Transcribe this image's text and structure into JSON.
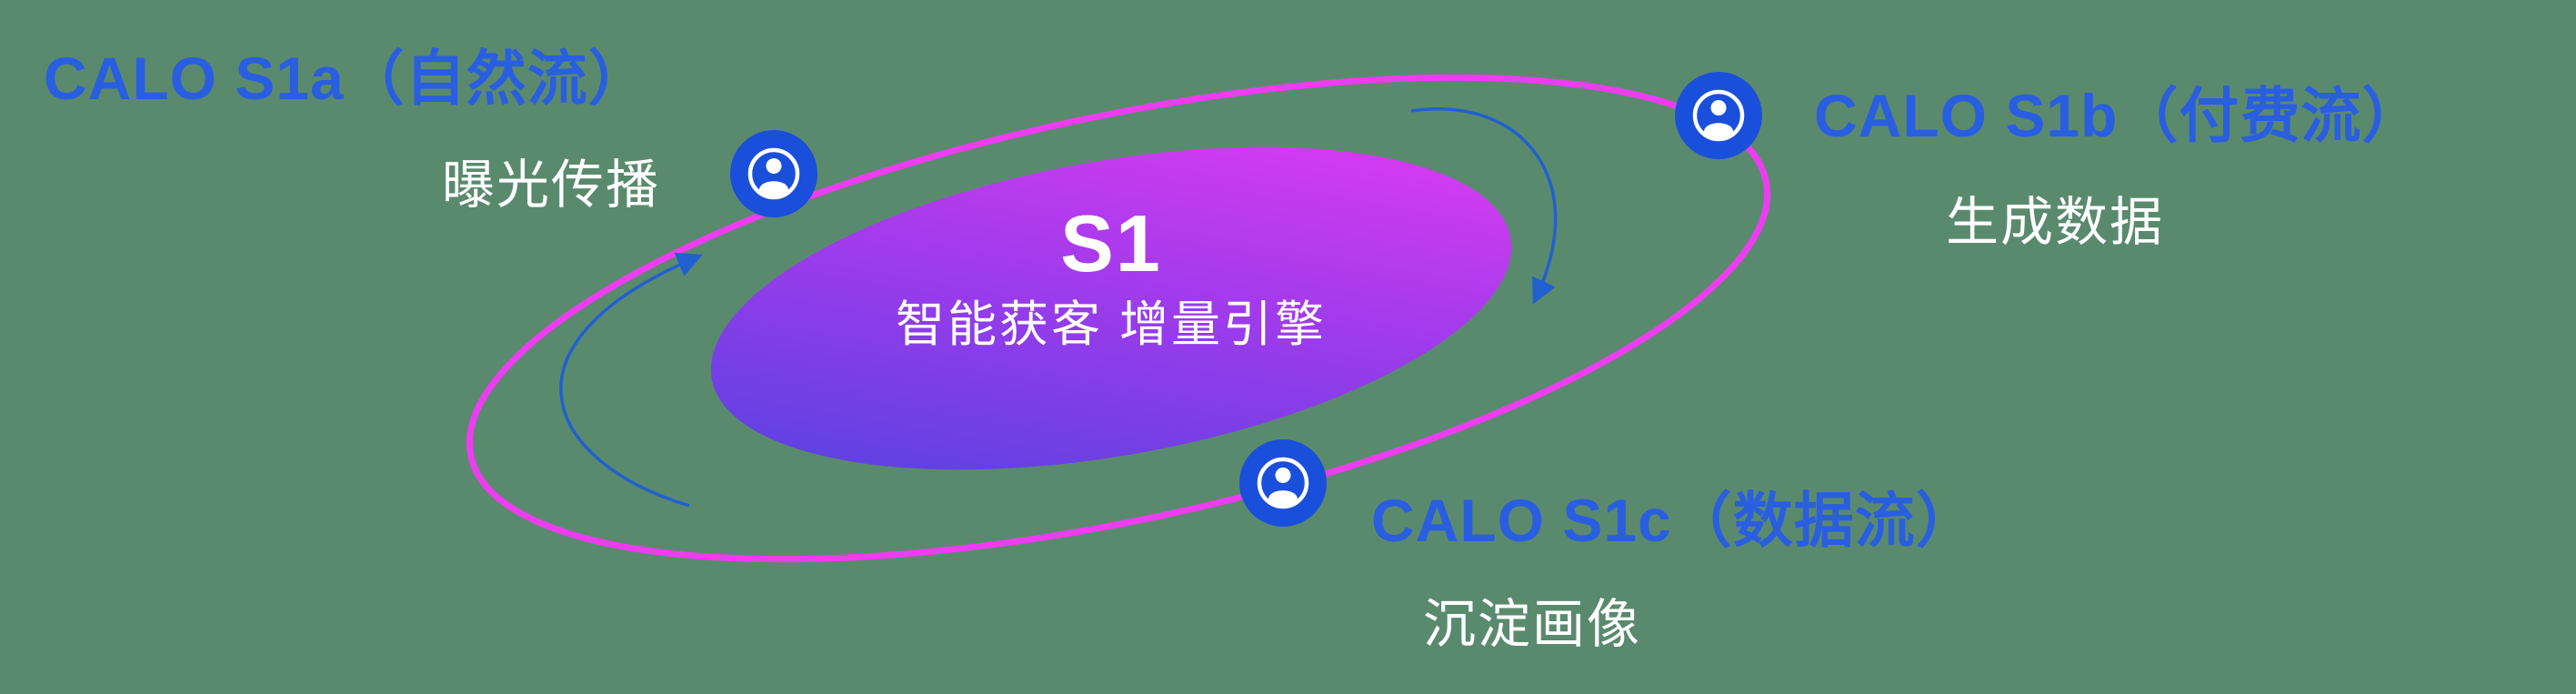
{
  "diagram": {
    "center": {
      "title": "S1",
      "subtitle": "智能获客  增量引擎"
    },
    "nodes": [
      {
        "id": "s1a",
        "title": "CALO S1a（自然流）",
        "subtitle": "曝光传播",
        "icon": "user-icon",
        "position": "top-left"
      },
      {
        "id": "s1b",
        "title": "CALO S1b（付费流）",
        "subtitle": "生成数据",
        "icon": "user-icon",
        "position": "top-right"
      },
      {
        "id": "s1c",
        "title": "CALO S1c（数据流）",
        "subtitle": "沉淀画像",
        "icon": "user-icon",
        "position": "bottom-center"
      }
    ],
    "arrows": [
      {
        "id": "left-arrow",
        "direction": "counter-clockwise-up"
      },
      {
        "id": "right-arrow",
        "direction": "clockwise-down"
      }
    ],
    "colors": {
      "background": "#5A8A6E",
      "orbit_ring": "#EE3CF2",
      "core_gradient_start": "#4A43DF",
      "core_gradient_mid": "#A23BEC",
      "core_gradient_end": "#E93BF2",
      "arrow_blue": "#2160CF",
      "node_circle_blue": "#1A4FDB",
      "title_blue": "#2A5EE0",
      "text_white": "#FFFFFF"
    }
  }
}
